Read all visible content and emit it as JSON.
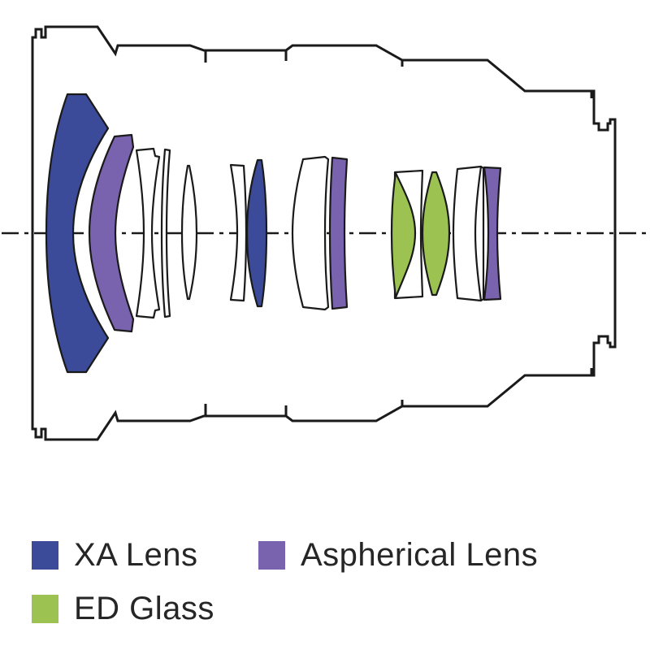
{
  "colors": {
    "xa": "#3b4b99",
    "aspherical": "#7a63ae",
    "ed": "#9cc351",
    "glass_plain": "#ffffff",
    "outline": "#1a1a1a",
    "background": "#ffffff"
  },
  "legend": {
    "items": [
      {
        "id": "xa",
        "label": "XA Lens",
        "color": "#3b4b99"
      },
      {
        "id": "aspherical",
        "label": "Aspherical Lens",
        "color": "#7a63ae"
      },
      {
        "id": "ed",
        "label": "ED Glass",
        "color": "#9cc351"
      }
    ]
  },
  "diagram": {
    "description": "Camera lens optical construction cross-section with barrel outline and optical axis",
    "element_sequence": [
      "XA",
      "Aspherical",
      "plain",
      "plain",
      "plain",
      "plain",
      "XA",
      "plain",
      "Aspherical",
      "ED",
      "plain",
      "ED",
      "plain",
      "plain",
      "Aspherical"
    ]
  }
}
